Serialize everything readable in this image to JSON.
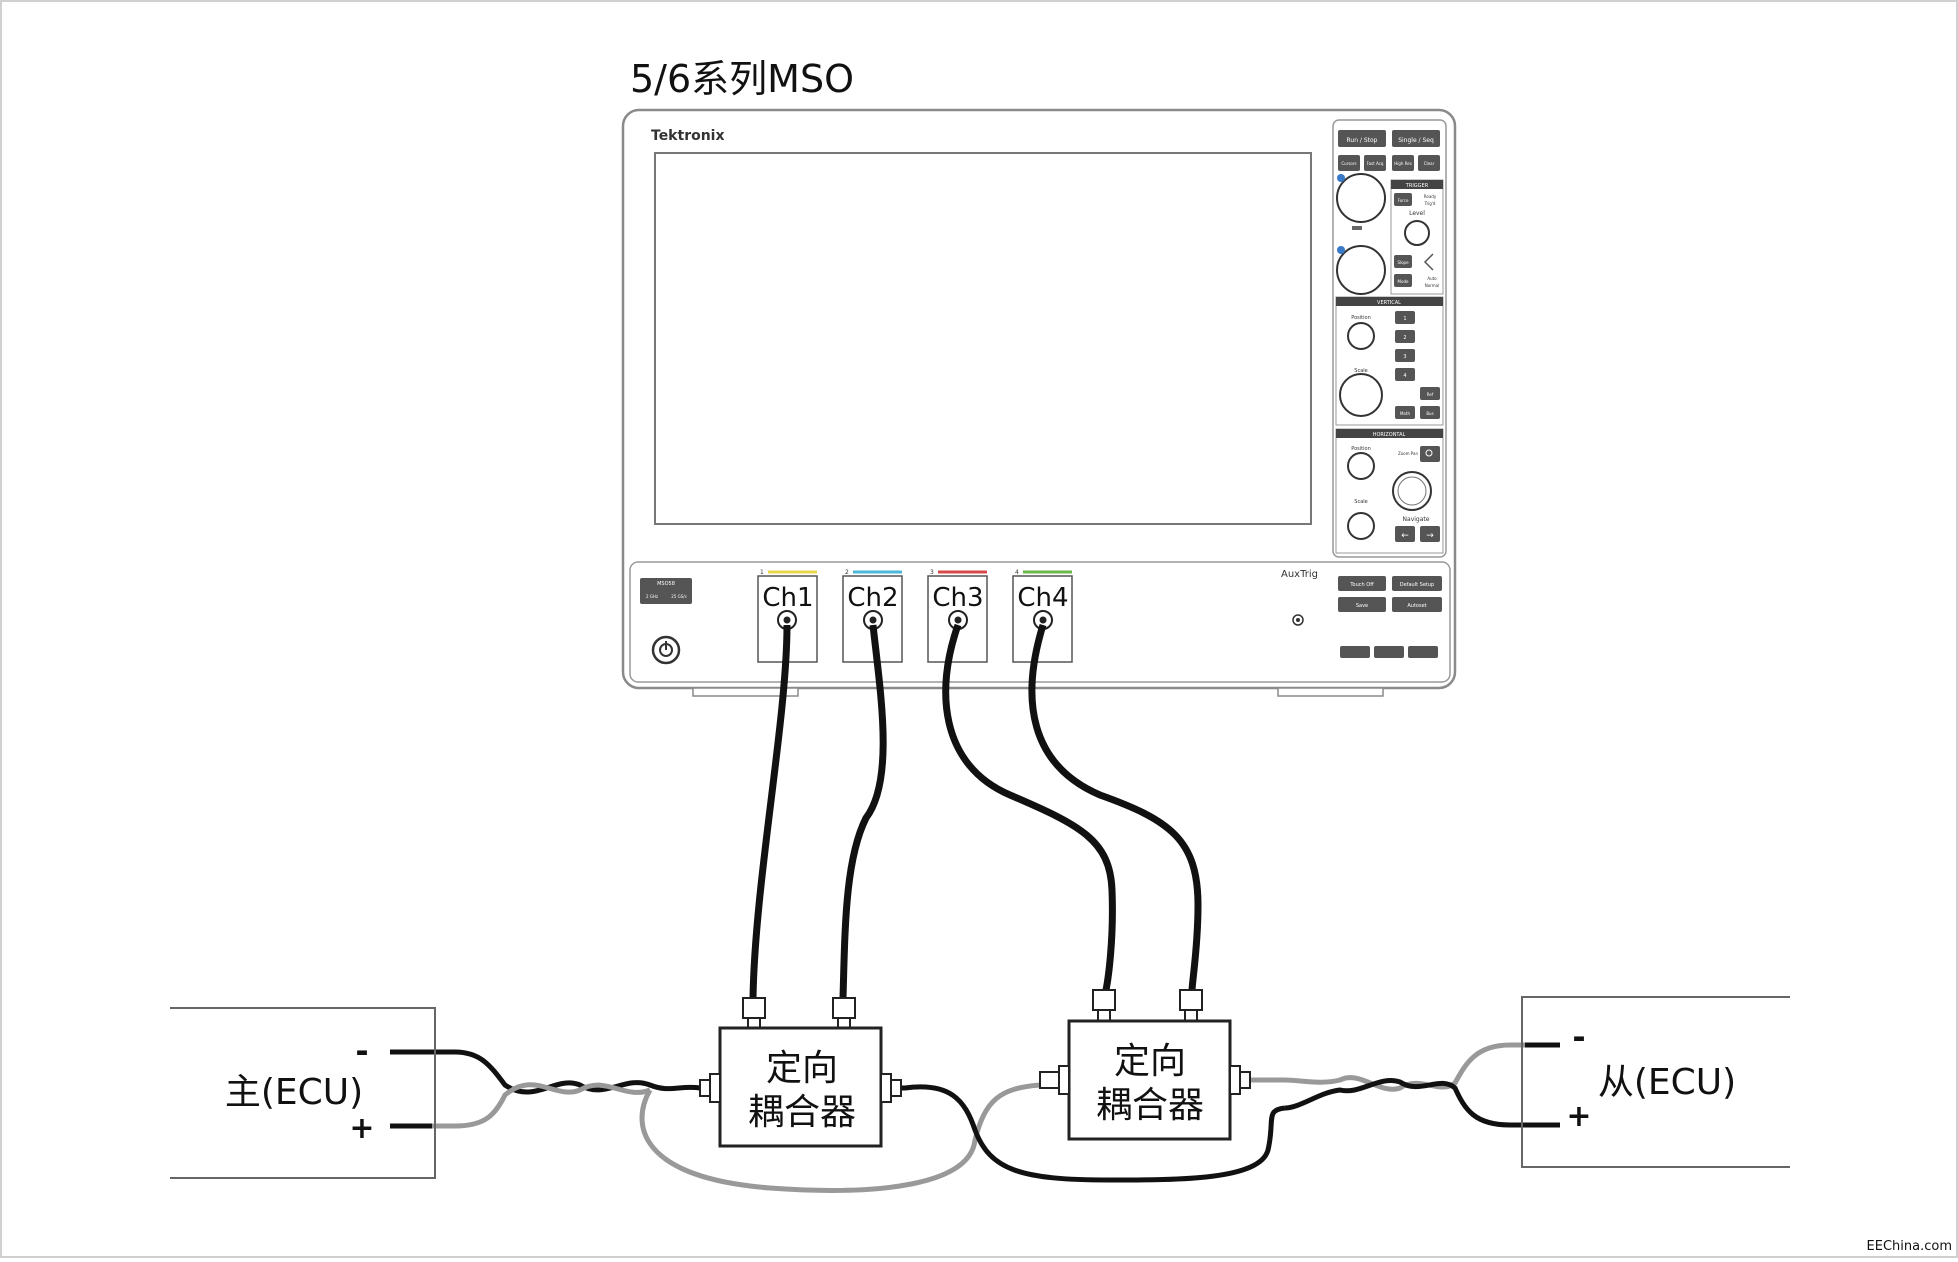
{
  "title": "5/6系列MSO",
  "scope": {
    "brand": "Tektronix",
    "model_badge": [
      "MSO58",
      "2 GHz",
      "25 GS/s"
    ],
    "channels": [
      "Ch1",
      "Ch2",
      "Ch3",
      "Ch4"
    ],
    "channel_numbers": [
      "1",
      "2",
      "3",
      "4"
    ],
    "channel_colors": [
      "#e8d84a",
      "#4ab8d8",
      "#d84a4a",
      "#6ab84a"
    ],
    "aux_trig": "AuxTrig",
    "panel": {
      "run_stop": "Run / Stop",
      "single_seq": "Single / Seq",
      "small_buttons": [
        "Cursors",
        "Fast Acq",
        "High Res",
        "Clear"
      ],
      "trigger_header": "TRIGGER",
      "trigger_buttons": [
        "Force",
        "Slope",
        "Mode"
      ],
      "trigger_labels": [
        "Ready",
        "Trig'd",
        "Level",
        "Auto",
        "Normal"
      ],
      "vertical_header": "VERTICAL",
      "vertical_labels": [
        "Position",
        "Scale"
      ],
      "vertical_buttons": [
        "1",
        "2",
        "3",
        "4",
        "Ref",
        "Math",
        "Bus"
      ],
      "horizontal_header": "HORIZONTAL",
      "horizontal_labels": [
        "Position",
        "Scale",
        "Zoom Pan",
        "Navigate"
      ],
      "bottom_buttons": [
        "Touch Off",
        "Default Setup",
        "Save",
        "Autoset"
      ]
    }
  },
  "couplers": [
    {
      "line1": "定向",
      "line2": "耦合器"
    },
    {
      "line1": "定向",
      "line2": "耦合器"
    }
  ],
  "ecu_master": {
    "label": "主(ECU)",
    "minus": "-",
    "plus": "+"
  },
  "ecu_slave": {
    "label": "从(ECU)",
    "minus": "-",
    "plus": "+"
  },
  "watermark": "EEChina.com"
}
